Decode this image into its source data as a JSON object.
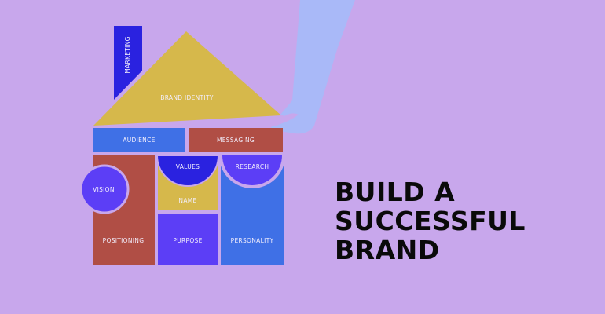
{
  "colors": {
    "background": "#c8a7ec",
    "yellow": "#d6b84b",
    "blue": "#3f70e6",
    "red": "#b04e45",
    "indigo": "#2a22e0",
    "violet": "#5c3ef6",
    "arm": "#a9b9f8"
  },
  "blocks": {
    "marketing": "MARKETING",
    "brand_identity": "BRAND IDENTITY",
    "audience": "AUDIENCE",
    "messaging": "MESSAGING",
    "values": "VALUES",
    "research": "RESEARCH",
    "vision": "VISION",
    "name": "NAME",
    "positioning": "POSITIONING",
    "purpose": "PURPOSE",
    "personality": "PERSONALITY"
  },
  "headline": [
    "BUILD A",
    "SUCCESSFUL",
    "BRAND"
  ]
}
